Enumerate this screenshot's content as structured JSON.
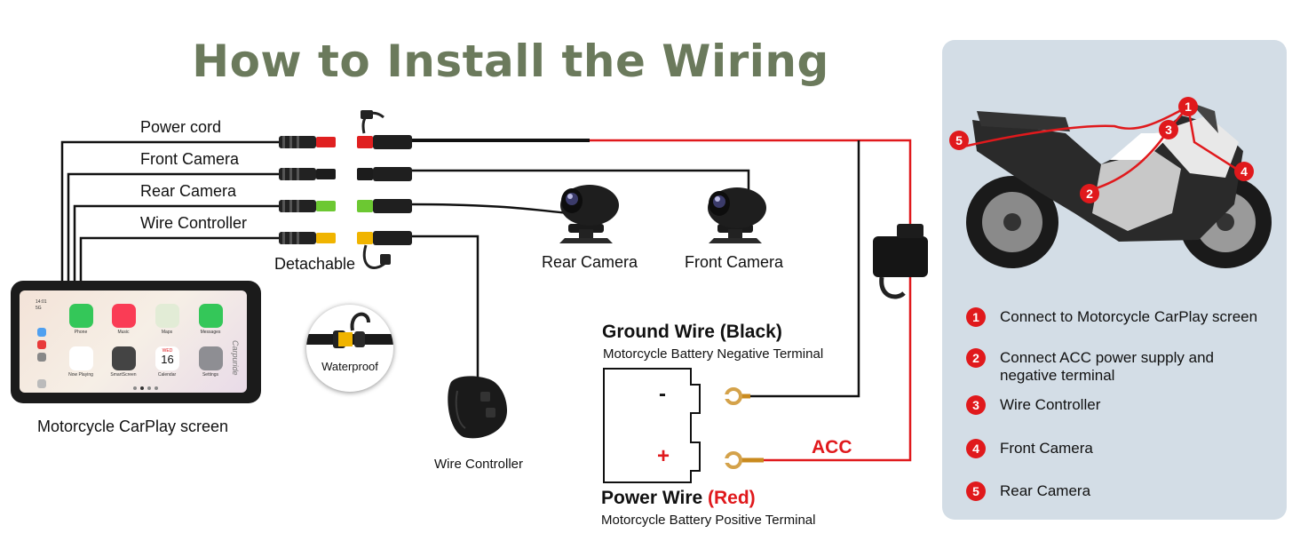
{
  "title": "How to Install the Wiring",
  "cables": {
    "power_cord": "Power cord",
    "front_camera": "Front Camera",
    "rear_camera": "Rear Camera",
    "wire_controller": "Wire Controller",
    "detachable": "Detachable"
  },
  "cameras": {
    "rear": "Rear Camera",
    "front": "Front Camera"
  },
  "waterproof": "Waterproof",
  "wire_controller_label": "Wire Controller",
  "screen_label": "Motorcycle CarPlay screen",
  "screen": {
    "time": "14:01",
    "signal": "5G",
    "brand": "Carpuride",
    "apps": [
      "Phone",
      "Music",
      "Maps",
      "Messages",
      "Now Playing",
      "SmartScreen",
      "Calendar",
      "Settings"
    ],
    "calendar_day": "WED",
    "calendar_date": "16"
  },
  "battery": {
    "ground_title": "Ground Wire (Black)",
    "ground_sub": "Motorcycle Battery Negative Terminal",
    "power_title": "Power Wire ",
    "power_red": "(Red)",
    "power_sub": "Motorcycle Battery Positive Terminal",
    "minus": "-",
    "plus": "+",
    "acc": "ACC"
  },
  "legend": [
    {
      "num": "1",
      "text": "Connect to Motorcycle CarPlay screen"
    },
    {
      "num": "2",
      "text": "Connect ACC power supply and negative terminal"
    },
    {
      "num": "3",
      "text": "Wire Controller"
    },
    {
      "num": "4",
      "text": "Front Camera"
    },
    {
      "num": "5",
      "text": "Rear Camera"
    }
  ],
  "colors": {
    "title": "#6b7a5c",
    "accent_red": "#e0191c",
    "panel": "#d3dde6",
    "connector_red": "#e02020",
    "connector_green": "#6cc832",
    "connector_yellow": "#f0b400"
  }
}
